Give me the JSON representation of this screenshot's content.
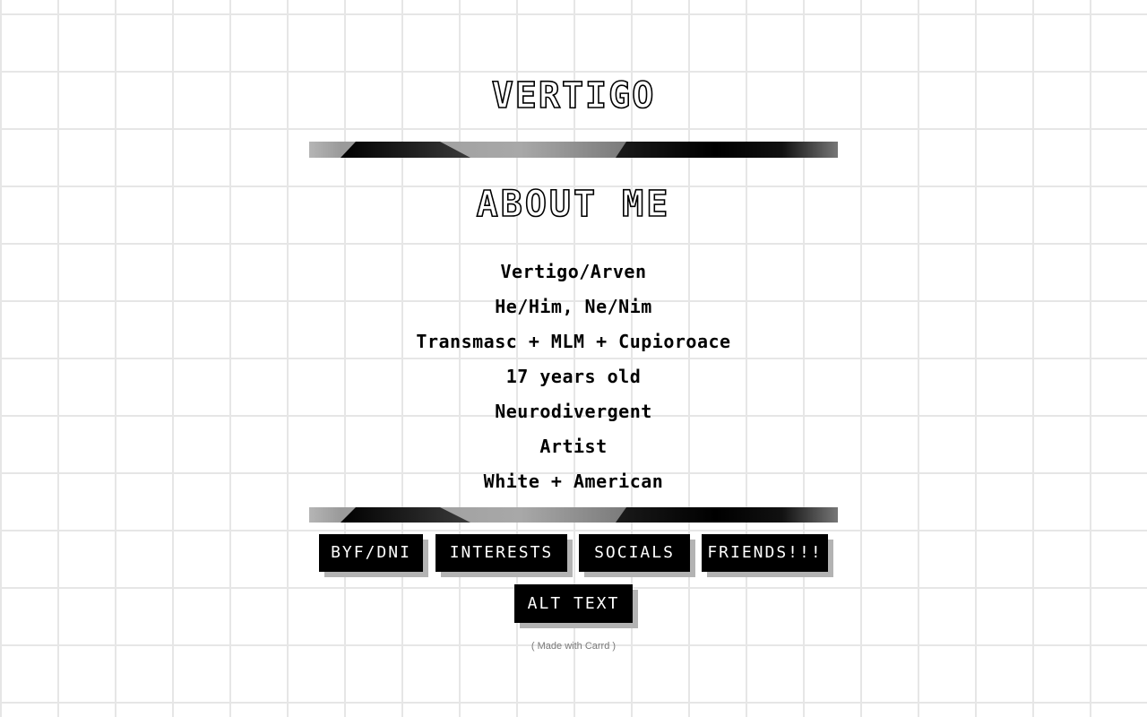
{
  "header": {
    "site_title": "VERTIGO"
  },
  "about": {
    "heading": "ABOUT ME",
    "items": [
      "Vertigo/Arven",
      "He/Him, Ne/Nim",
      "Transmasc + MLM + Cupioroace",
      "17 years old",
      "Neurodivergent",
      "Artist",
      "White + American"
    ]
  },
  "nav": {
    "buttons": [
      {
        "label": "BYF/DNI"
      },
      {
        "label": "INTERESTS"
      },
      {
        "label": "SOCIALS"
      },
      {
        "label": "FRIENDS!!!"
      },
      {
        "label": "ALT TEXT"
      }
    ]
  },
  "footer": {
    "credit_open": "( ",
    "credit_link": "Made with Carrd",
    "credit_close": " )"
  },
  "colors": {
    "background": "#ffffff",
    "grid_line": "#e6e6e6",
    "button_bg": "#000000",
    "button_text": "#ffffff",
    "button_shadow": "#b3b3b3",
    "credit_text": "#7a7a7a"
  }
}
